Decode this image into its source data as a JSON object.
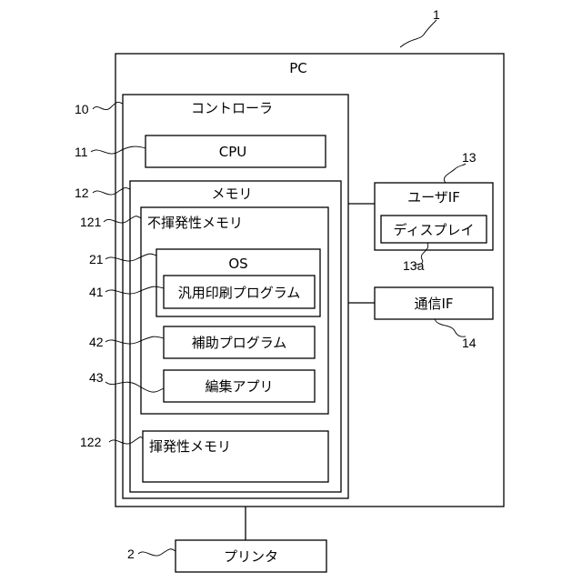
{
  "pc": {
    "ref": "1",
    "label": "PC"
  },
  "controller": {
    "ref": "10",
    "label": "コントローラ"
  },
  "cpu": {
    "ref": "11",
    "label": "CPU"
  },
  "memory": {
    "ref": "12",
    "label": "メモリ"
  },
  "nonvolatile_memory": {
    "ref": "121",
    "label": "不揮発性メモリ"
  },
  "os": {
    "ref": "21",
    "label": "OS"
  },
  "generic_print_program": {
    "ref": "41",
    "label": "汎用印刷プログラム"
  },
  "auxiliary_program": {
    "ref": "42",
    "label": "補助プログラム"
  },
  "editing_app": {
    "ref": "43",
    "label": "編集アプリ"
  },
  "volatile_memory": {
    "ref": "122",
    "label": "揮発性メモリ"
  },
  "user_if": {
    "ref": "13",
    "label": "ユーザIF"
  },
  "display": {
    "ref": "13a",
    "label": "ディスプレイ"
  },
  "comm_if": {
    "ref": "14",
    "label": "通信IF"
  },
  "printer": {
    "ref": "2",
    "label": "プリンタ"
  }
}
